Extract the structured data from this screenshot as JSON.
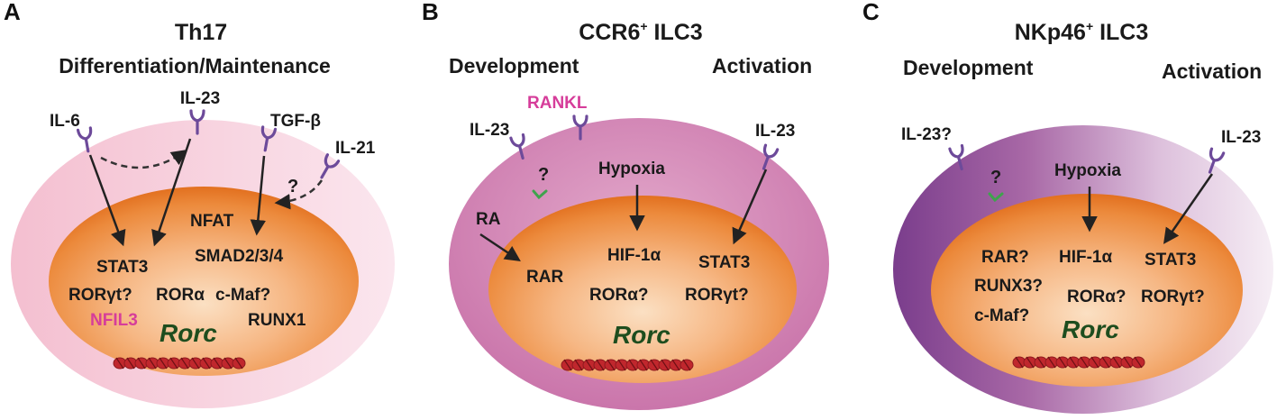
{
  "colors": {
    "receptor": "#6d4a9a",
    "arrow": "#222222",
    "nucleus_core": "#f7c79a",
    "nucleus_edge": "#e8772a",
    "dna": "#c0272d",
    "pink_text": "#d63d9a",
    "check": "#3fa34d",
    "rorc": "#1e4d1e"
  },
  "panels": [
    {
      "letter": "A",
      "title": "Th17",
      "subtitle": "Differentiation/Maintenance",
      "receptors": [
        "IL-6",
        "IL-23",
        "TGF-β",
        "IL-21"
      ],
      "question": "?",
      "molecules": [
        "NFAT",
        "STAT3",
        "SMAD2/3/4",
        "RORγt?",
        "RORα",
        "c-Maf?",
        "RUNX1"
      ],
      "pink_molecule": "NFIL3",
      "gene": "Rorc"
    },
    {
      "letter": "B",
      "title_main": "CCR6",
      "title_sup": "+",
      "title_rest": " ILC3",
      "left_heading": "Development",
      "right_heading": "Activation",
      "pink_receptor": "RANKL",
      "receptors": [
        "IL-23",
        "IL-23"
      ],
      "question": "?",
      "outer_labels": [
        "RA",
        "Hypoxia"
      ],
      "molecules": [
        "HIF-1α",
        "RAR",
        "STAT3",
        "RORα?",
        "RORγt?"
      ],
      "gene": "Rorc"
    },
    {
      "letter": "C",
      "title_main": "NKp46",
      "title_sup": "+",
      "title_rest": " ILC3",
      "left_heading": "Development",
      "right_heading": "Activation",
      "receptors": [
        "IL-23?",
        "IL-23"
      ],
      "question": "?",
      "outer_labels": [
        "Hypoxia"
      ],
      "molecules": [
        "RAR?",
        "HIF-1α",
        "STAT3",
        "RUNX3?",
        "RORα?",
        "RORγt?",
        "c-Maf?"
      ],
      "gene": "Rorc"
    }
  ]
}
